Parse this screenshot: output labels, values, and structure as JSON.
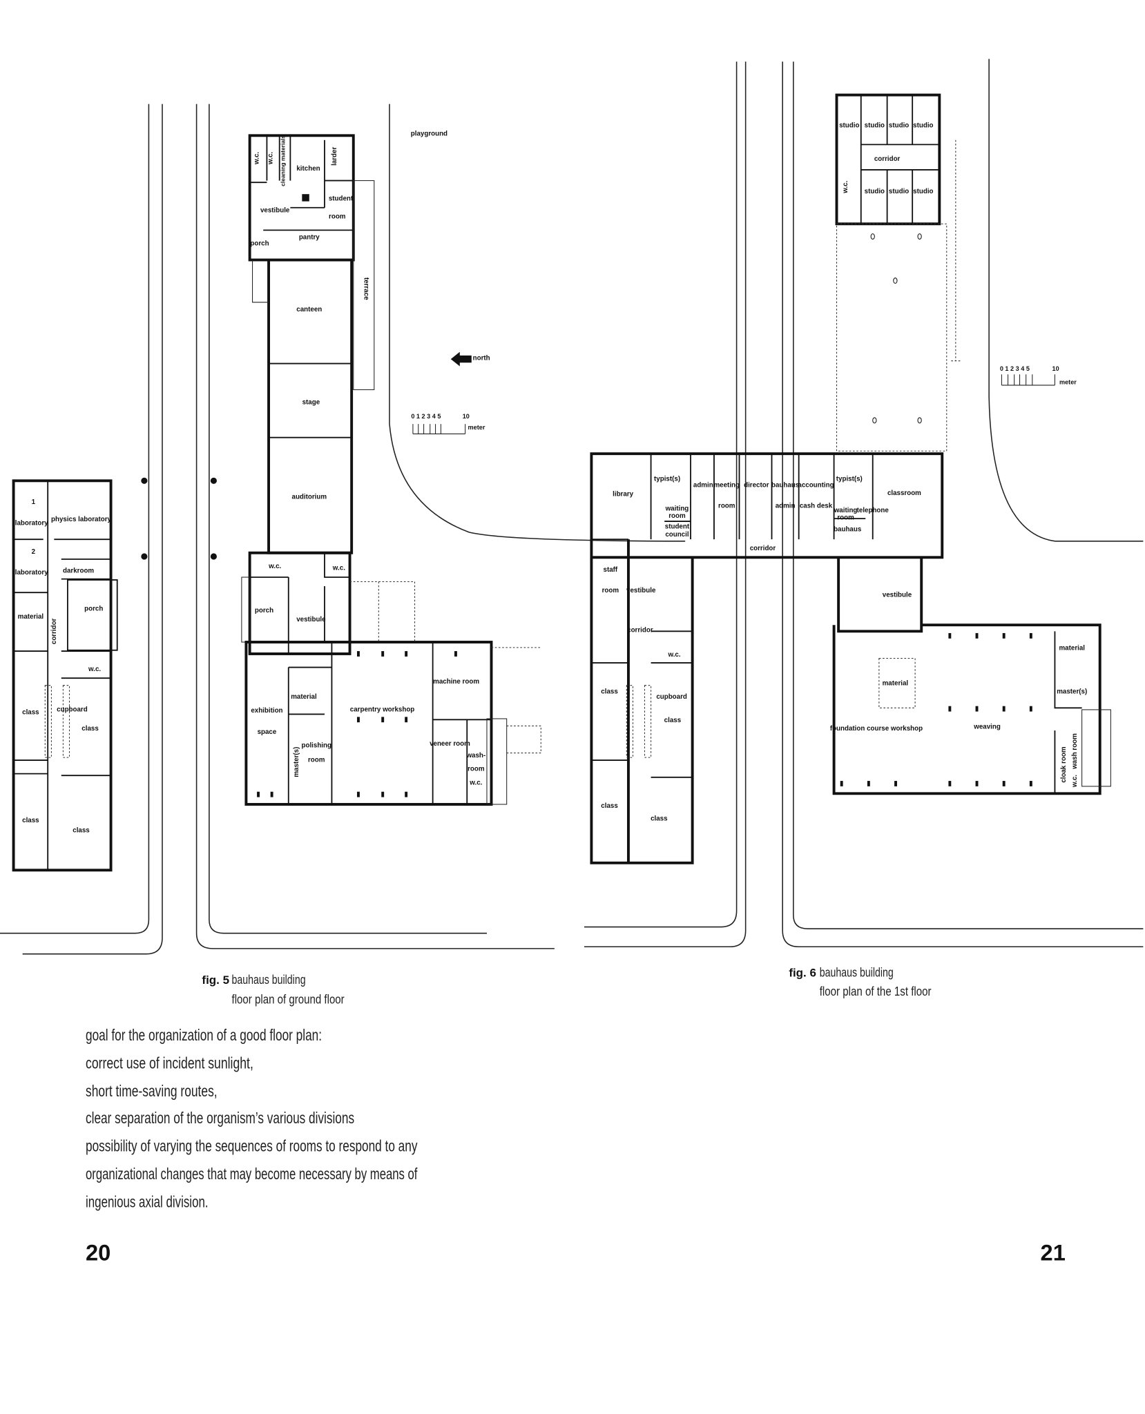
{
  "fig5": {
    "number": "fig. 5",
    "title": "bauhaus building",
    "subtitle": "floor plan of ground floor",
    "labels": [
      "1",
      "laboratory",
      "physics laboratory",
      "2",
      "laboratory",
      "darkroom",
      "porch",
      "material",
      "corridor",
      "w.c.",
      "class",
      "cupboard",
      "class",
      "class",
      "class",
      "playground",
      "w.c.",
      "w.c.",
      "cleaning materials",
      "kitchen",
      "larder",
      "vestibule",
      "student",
      "room",
      "pantry",
      "porch",
      "canteen",
      "terrace",
      "stage",
      "auditorium",
      "north",
      "w.c.",
      "w.c.",
      "porch",
      "vestibule",
      "material",
      "exhibition",
      "space",
      "carpentry workshop",
      "machine room",
      "master(s)",
      "polishing",
      "room",
      "veneer room",
      "wash-",
      "room",
      "w.c."
    ],
    "scale": {
      "ticks": "0 1 2 3 4 5",
      "ten": "10",
      "unit": "meter"
    }
  },
  "fig6": {
    "number": "fig. 6",
    "title": "bauhaus building",
    "subtitle": "floor plan of the 1st floor",
    "labels": [
      "studio",
      "studio",
      "studio",
      "studio",
      "corridor",
      "w.c.",
      "studio",
      "studio",
      "studio",
      "library",
      "typist(s)",
      "admin",
      "meeting",
      "room",
      "director",
      "bauhaus",
      "admin",
      "accounting",
      "cash desk",
      "typist(s)",
      "classroom",
      "waiting",
      "room",
      "student",
      "council",
      "waiting",
      "room",
      "telephone",
      "bauhaus",
      "corridor",
      "staff",
      "room",
      "vestibule",
      "corridor",
      "w.c.",
      "class",
      "cupboard",
      "class",
      "class",
      "class",
      "vestibule",
      "material",
      "material",
      "master(s)",
      "foundation course workshop",
      "weaving",
      "cloak room",
      "wash room",
      "w.c."
    ],
    "scale": {
      "ticks": "0 1 2 3 4 5",
      "ten": "10",
      "unit": "meter"
    }
  },
  "body_text": [
    "goal for the organization of a good floor plan:",
    "correct use of incident sunlight,",
    "short time-saving routes,",
    "clear separation of the organism’s various divisions",
    "possibility of varying the sequences of rooms to respond to any",
    "organizational changes that may become necessary by means of",
    "ingenious axial division."
  ],
  "page_numbers": {
    "left": "20",
    "right": "21"
  }
}
